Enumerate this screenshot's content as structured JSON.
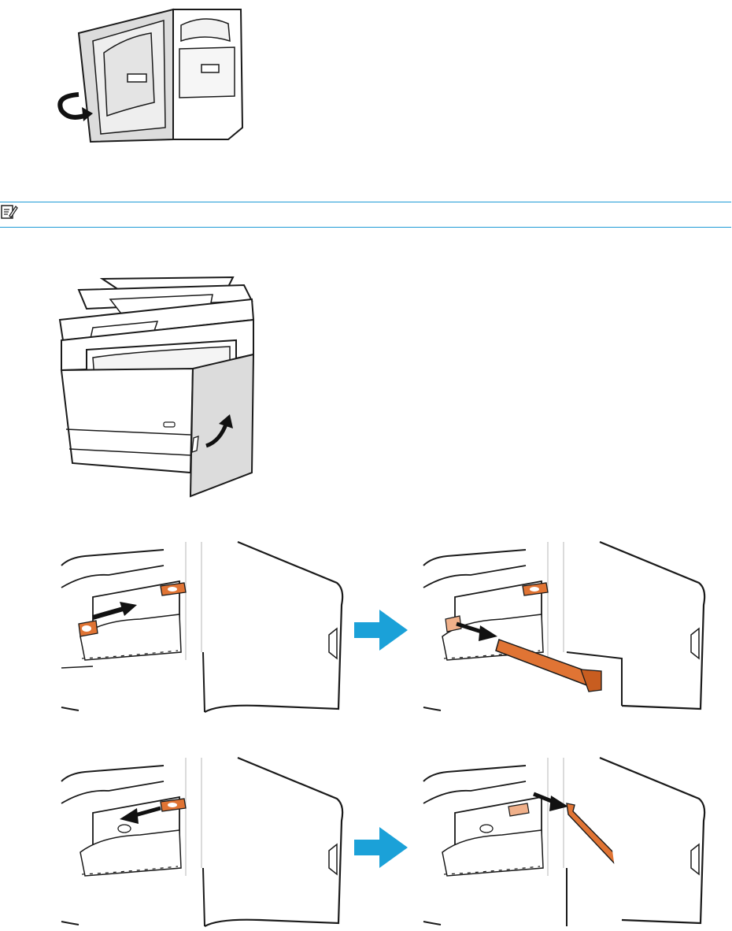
{
  "document": {
    "note": {
      "icon": "note-pencil-icon",
      "text": "",
      "rule_color": "#1e9ad6"
    },
    "figures": [
      {
        "name": "printer-left-door-open-rotate"
      },
      {
        "name": "printer-right-door-open"
      },
      {
        "name": "slide-latch-remove-lever"
      },
      {
        "name": "slide-tab-remove-hook"
      }
    ],
    "colors": {
      "accent_arrow": "#1ba1d8",
      "part_orange": "#e07434",
      "part_orange_light": "#f0b08a",
      "door_gray": "#dcdcdc",
      "outline": "#1a1a1a"
    }
  }
}
